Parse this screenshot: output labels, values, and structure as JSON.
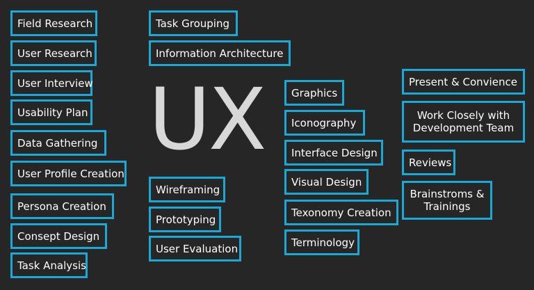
{
  "title": "UX",
  "columns": {
    "col1": [
      "Field Research",
      "User Research",
      "User Interview",
      "Usability Plan",
      "Data Gathering",
      "User Profile Creation",
      "Persona Creation",
      "Consept Design",
      "Task Analysis"
    ],
    "col2_top": [
      "Task Grouping",
      "Information Architecture"
    ],
    "col2_bottom": [
      "Wireframing",
      "Prototyping",
      "User Evaluation"
    ],
    "col3": [
      "Graphics",
      "Iconography",
      "Interface Design",
      "Visual Design",
      "Texonomy Creation",
      "Terminology"
    ],
    "col4": [
      "Present & Convience",
      "Work Closely with Development Team",
      "Reviews",
      "Brainstroms & Trainings"
    ]
  },
  "colors": {
    "background": "#262626",
    "border": "#19a9d6",
    "text": "#ffffff",
    "title": "#d8d8d8"
  }
}
